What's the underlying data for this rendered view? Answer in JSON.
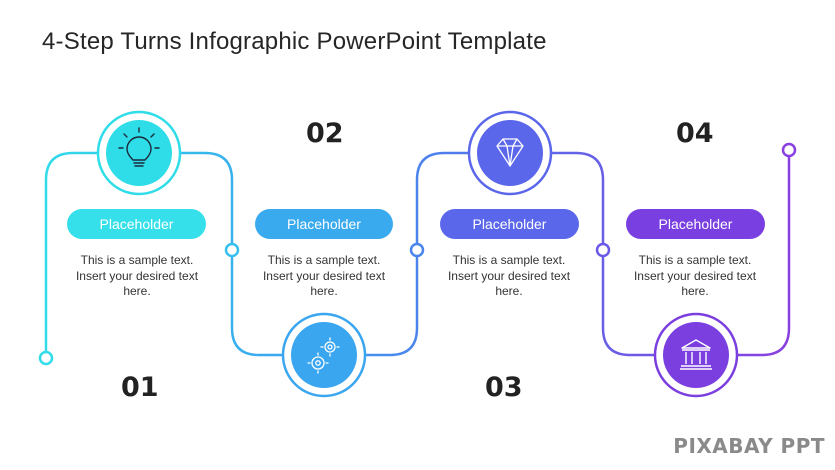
{
  "title": "4-Step Turns Infographic PowerPoint Template",
  "steps": [
    {
      "number": "01",
      "label": "Placeholder",
      "text": [
        "This is a sample text.",
        "Insert your desired text",
        "here."
      ],
      "icon": "lightbulb-icon",
      "color": "#2fdde8"
    },
    {
      "number": "02",
      "label": "Placeholder",
      "text": [
        "This is a sample text.",
        "Insert your desired text",
        "here."
      ],
      "icon": "gears-icon",
      "color": "#3aa6ef"
    },
    {
      "number": "03",
      "label": "Placeholder",
      "text": [
        "This is a sample text.",
        "Insert your desired text",
        "here."
      ],
      "icon": "diamond-icon",
      "color": "#5b67ea"
    },
    {
      "number": "04",
      "label": "Placeholder",
      "text": [
        "This is a sample text.",
        "Insert your desired text",
        "here."
      ],
      "icon": "bank-icon",
      "color": "#7b3fe0"
    }
  ],
  "brand": "PIXABAY PPT"
}
